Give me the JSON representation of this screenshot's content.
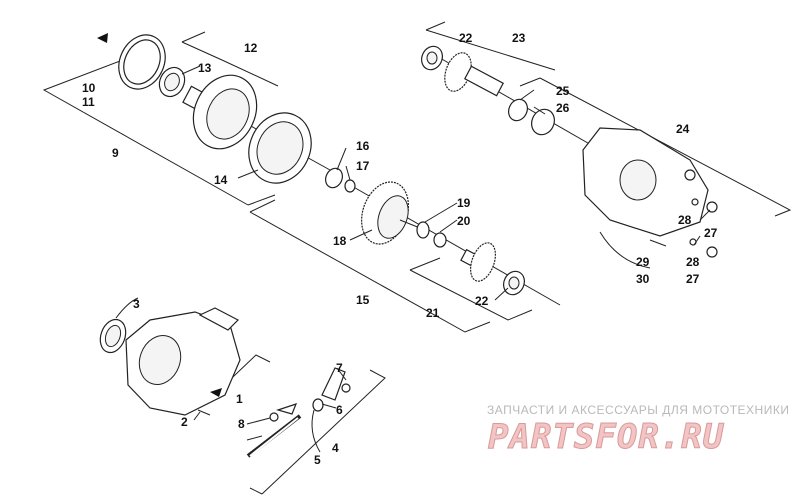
{
  "labels": {
    "p1": "1",
    "p2": "2",
    "p3": "3",
    "p4": "4",
    "p5": "5",
    "p6": "6",
    "p7": "7",
    "p8": "8",
    "p9": "9",
    "p10": "10",
    "p11": "11",
    "p12": "12",
    "p13": "13",
    "p14": "14",
    "p15": "15",
    "p16": "16",
    "p17": "17",
    "p18": "18",
    "p19": "19",
    "p20": "20",
    "p21": "21",
    "p22a": "22",
    "p22b": "22",
    "p23": "23",
    "p24": "24",
    "p25": "25",
    "p26": "26",
    "p27a": "27",
    "p27b": "27",
    "p28a": "28",
    "p28b": "28",
    "p29": "29",
    "p30": "30"
  },
  "watermark": {
    "line1": "ЗАПЧАСТИ И АКСЕССУАРЫ ДЛЯ МОТОТЕХНИКИ",
    "line2": "PARTSFOR.RU"
  },
  "colors": {
    "ink": "#222222",
    "watermark_text": "#b9b9b9",
    "watermark_logo": "#f2c4c4"
  }
}
